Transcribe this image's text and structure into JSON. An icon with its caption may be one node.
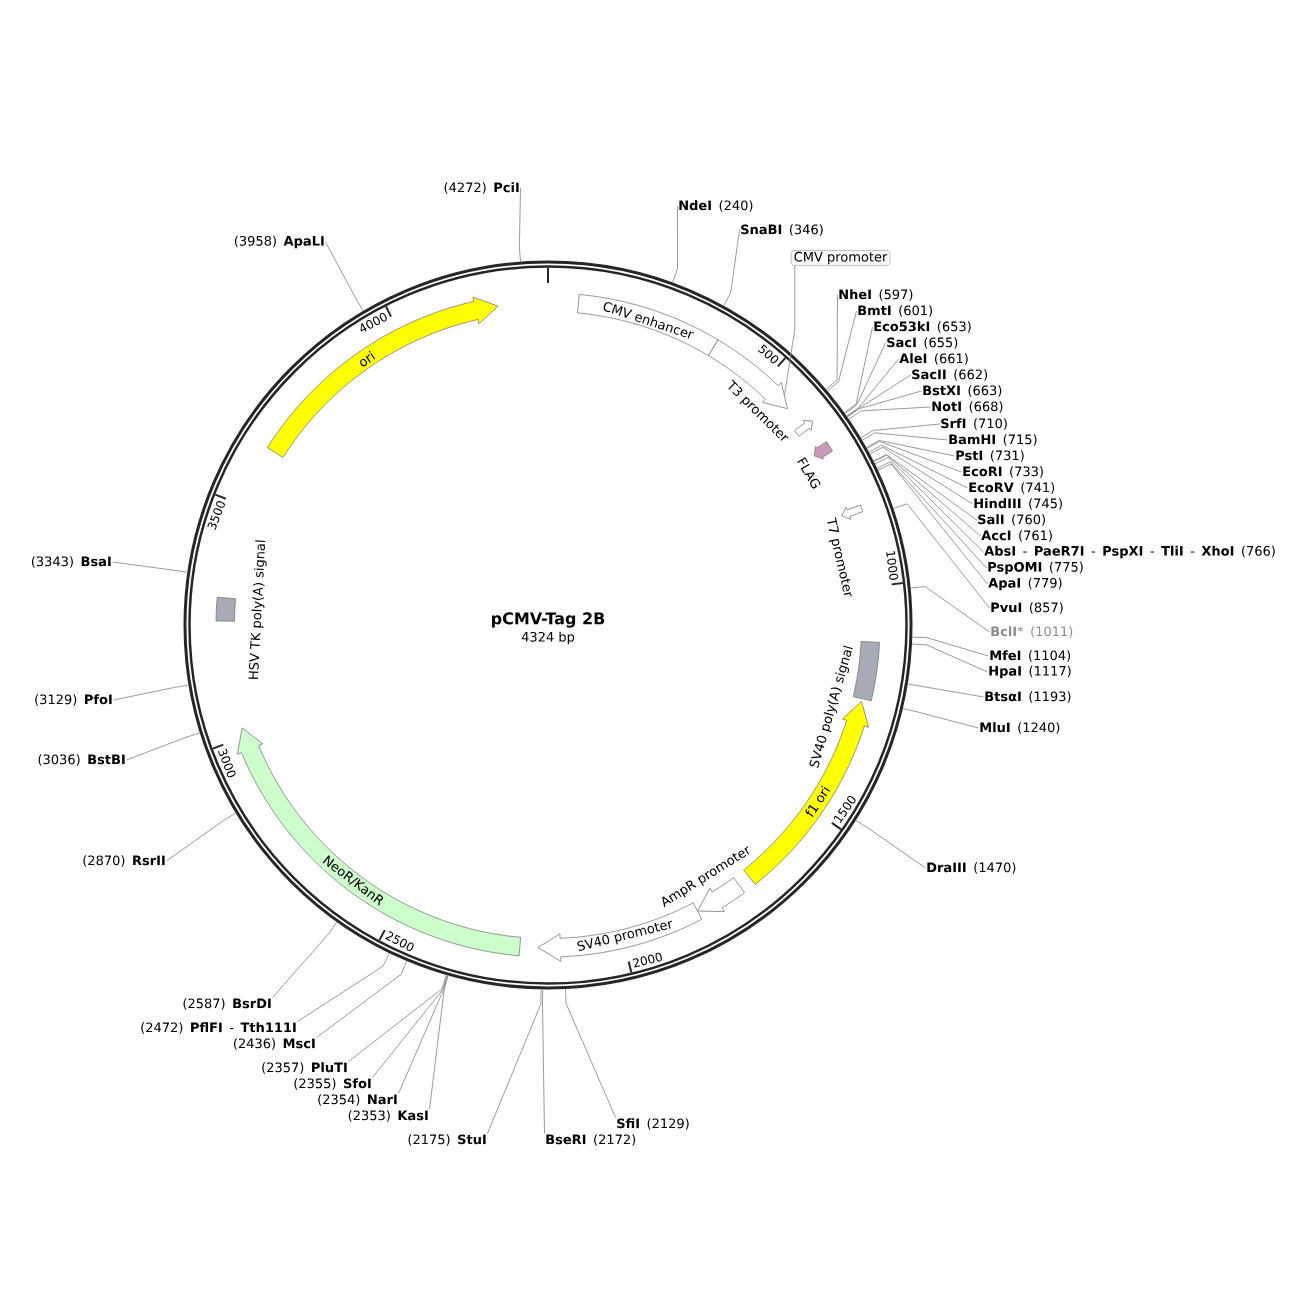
{
  "diagram": {
    "title": "pCMV-Tag 2B",
    "nodes": [
      {
        "text": [],
        "shape": "circle"
      },
      {
        "text": [
          "CMV enhancer"
        ],
        "in": 0
      },
      {
        "text": [],
        "shape": "arrow",
        "in": 0
      },
      {
        "text": [
          "T3 promoter"
        ],
        "in": 0
      },
      {
        "text": [
          "FLAG"
        ],
        "in": 0
      },
      {
        "text": [
          "T7 promoter"
        ],
        "in": 0
      },
      {
        "text": [
          "SV40 poly(A) signal"
        ],
        "in": 0
      },
      {
        "text": [
          "f1 ori"
        ],
        "in": 0
      },
      {
        "text": [
          "AmpR promoter"
        ],
        "in": 0
      },
      {
        "text": [
          "SV40 promoter"
        ],
        "in": 0
      },
      {
        "text": [
          "NeoR/KanR"
        ],
        "in": 0
      },
      {
        "text": [
          "HSV TK poly(A) signal"
        ],
        "in": 0
      },
      {
        "text": [
          "ori"
        ],
        "in": 0
      },
      {
        "text": [
          "CMV promoter"
        ]
      },
      {
        "text": [
          "**NdeI** (240)"
        ]
      },
      {
        "text": [
          "**SnaBI** (346)"
        ]
      },
      {
        "text": [
          "**NheI** (597)"
        ]
      },
      {
        "text": [
          "**BmtI** (601)"
        ]
      },
      {
        "text": [
          "**Eco53kI** (653)"
        ]
      },
      {
        "text": [
          "**SacI** (655)"
        ]
      },
      {
        "text": [
          "**AleI** (661)"
        ]
      },
      {
        "text": [
          "**SacII** (662)"
        ]
      },
      {
        "text": [
          "**BstXI** (663)"
        ]
      },
      {
        "text": [
          "**NotI** (668)"
        ]
      },
      {
        "text": [
          "**SrfI** (710)"
        ]
      },
      {
        "text": [
          "**BamHI** (715)"
        ]
      },
      {
        "text": [
          "**PstI** (731)"
        ]
      },
      {
        "text": [
          "**EcoRI** (733)"
        ]
      },
      {
        "text": [
          "**EcoRV** (741)"
        ]
      },
      {
        "text": [
          "**HindIII** (745)"
        ]
      },
      {
        "text": [
          "**SalI** (760)"
        ]
      },
      {
        "text": [
          "**AccI** (761)"
        ]
      },
      {
        "text": [
          "**AbsI** - **PaeR7I** - **PspXI** - **TliI** - **XhoI** (766)"
        ]
      },
      {
        "text": [
          "**PspOMI** (775)"
        ]
      },
      {
        "text": [
          "**ApaI** (779)"
        ]
      },
      {
        "text": [
          "**PvuI** (857)"
        ]
      },
      {
        "text": [
          "**BclI*** (1011)"
        ]
      },
      {
        "text": [
          "**MfeI** (1104)"
        ]
      },
      {
        "text": [
          "**HpaI** (1117)"
        ]
      },
      {
        "text": [
          "**BtsαI** (1193)"
        ]
      },
      {
        "text": [
          "**MluI** (1240)"
        ]
      },
      {
        "text": [
          "**DraIII** (1470)"
        ]
      },
      {
        "text": [
          "**SfiI** (2129)"
        ]
      },
      {
        "text": [
          "**BseRI** (2172)"
        ]
      },
      {
        "text": [
          "(2175) **StuI**"
        ]
      },
      {
        "text": [
          "(2353) **KasI**"
        ]
      },
      {
        "text": [
          "(2354) **NarI**"
        ]
      },
      {
        "text": [
          "(2355) **SfoI**"
        ]
      },
      {
        "text": [
          "(2357) **PluTI**"
        ]
      },
      {
        "text": [
          "(2436) **MscI**"
        ]
      },
      {
        "text": [
          "(2472) **PflFI** - **Tth111I**"
        ]
      },
      {
        "text": [
          "(2587) **BsrDI**"
        ]
      },
      {
        "text": [
          "(2870) **RsrII**"
        ]
      },
      {
        "text": [
          "(3036) **BstBI**"
        ]
      },
      {
        "text": [
          "(3129) **PfoI**"
        ]
      },
      {
        "text": [
          "(3343) **BsaI**"
        ]
      },
      {
        "text": [
          "(3958) **ApaLI**"
        ]
      },
      {
        "text": [
          "(4272) **PciI**"
        ]
      }
    ],
    "edges": [
      {
        "from": 13,
        "to": 2,
        "arrow": "none"
      },
      {
        "from": 14,
        "to": 0,
        "arrow": "none"
      },
      {
        "from": 15,
        "to": 0,
        "arrow": "none"
      },
      {
        "from": 16,
        "to": 0,
        "arrow": "none"
      },
      {
        "from": 17,
        "to": 0,
        "arrow": "none"
      },
      {
        "from": 18,
        "to": 0,
        "arrow": "none"
      },
      {
        "from": 19,
        "to": 0,
        "arrow": "none"
      },
      {
        "from": 20,
        "to": 0,
        "arrow": "none"
      },
      {
        "from": 21,
        "to": 0,
        "arrow": "none"
      },
      {
        "from": 22,
        "to": 0,
        "arrow": "none"
      },
      {
        "from": 23,
        "to": 0,
        "arrow": "none"
      },
      {
        "from": 24,
        "to": 0,
        "arrow": "none"
      },
      {
        "from": 25,
        "to": 0,
        "arrow": "none"
      },
      {
        "from": 26,
        "to": 0,
        "arrow": "none"
      },
      {
        "from": 27,
        "to": 0,
        "arrow": "none"
      },
      {
        "from": 28,
        "to": 0,
        "arrow": "none"
      },
      {
        "from": 29,
        "to": 0,
        "arrow": "none"
      },
      {
        "from": 30,
        "to": 0,
        "arrow": "none"
      },
      {
        "from": 31,
        "to": 0,
        "arrow": "none"
      },
      {
        "from": 32,
        "to": 0,
        "arrow": "none"
      },
      {
        "from": 33,
        "to": 0,
        "arrow": "none"
      },
      {
        "from": 34,
        "to": 0,
        "arrow": "none"
      },
      {
        "from": 35,
        "to": 0,
        "arrow": "none"
      },
      {
        "from": 36,
        "to": 0,
        "arrow": "none"
      },
      {
        "from": 37,
        "to": 0,
        "arrow": "none"
      },
      {
        "from": 38,
        "to": 0,
        "arrow": "none"
      },
      {
        "from": 39,
        "to": 0,
        "arrow": "none"
      },
      {
        "from": 40,
        "to": 0,
        "arrow": "none"
      },
      {
        "from": 41,
        "to": 0,
        "arrow": "none"
      },
      {
        "from": 42,
        "to": 0,
        "arrow": "none"
      },
      {
        "from": 43,
        "to": 0,
        "arrow": "none"
      },
      {
        "from": 44,
        "to": 0,
        "arrow": "none"
      },
      {
        "from": 45,
        "to": 0,
        "arrow": "none"
      },
      {
        "from": 46,
        "to": 0,
        "arrow": "none"
      },
      {
        "from": 47,
        "to": 0,
        "arrow": "none"
      },
      {
        "from": 48,
        "to": 0,
        "arrow": "none"
      },
      {
        "from": 49,
        "to": 0,
        "arrow": "none"
      },
      {
        "from": 50,
        "to": 0,
        "arrow": "none"
      },
      {
        "from": 51,
        "to": 0,
        "arrow": "none"
      },
      {
        "from": 52,
        "to": 0,
        "arrow": "none"
      },
      {
        "from": 53,
        "to": 0,
        "arrow": "none"
      },
      {
        "from": 54,
        "to": 0,
        "arrow": "none"
      },
      {
        "from": 55,
        "to": 0,
        "arrow": "none"
      },
      {
        "from": 56,
        "to": 0,
        "arrow": "none"
      },
      {
        "from": 57,
        "to": 0,
        "arrow": "none"
      }
    ],
    "labels": [
      "4324 bp",
      "500",
      "1000",
      "1500",
      "2000",
      "2500",
      "3000",
      "3500",
      "4000"
    ]
  }
}
